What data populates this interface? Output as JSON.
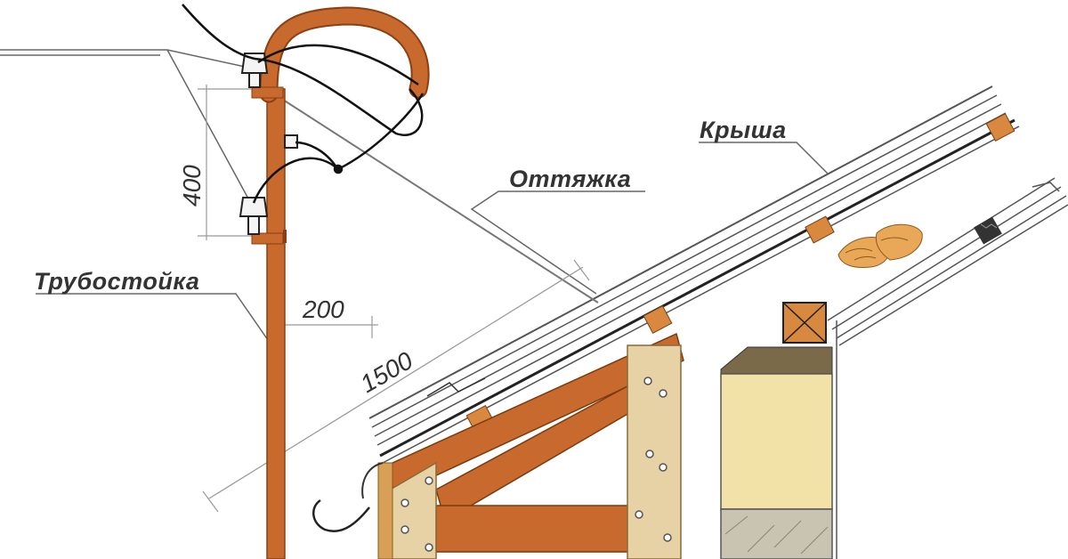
{
  "labels": {
    "roof": "Крыша",
    "guy_wire": "Оттяжка",
    "pipe_post": "Трубостойка"
  },
  "dimensions": {
    "insulator_spacing": "400",
    "pipe_offset": "200",
    "pipe_height": "1500"
  },
  "colors": {
    "pipe": "#c8692d",
    "pipe_edge": "#8a4014",
    "rafter": "#c8692d",
    "board": "#e6d2a4",
    "brick": "#d8a056",
    "wire": "#111111",
    "line": "#666666"
  }
}
